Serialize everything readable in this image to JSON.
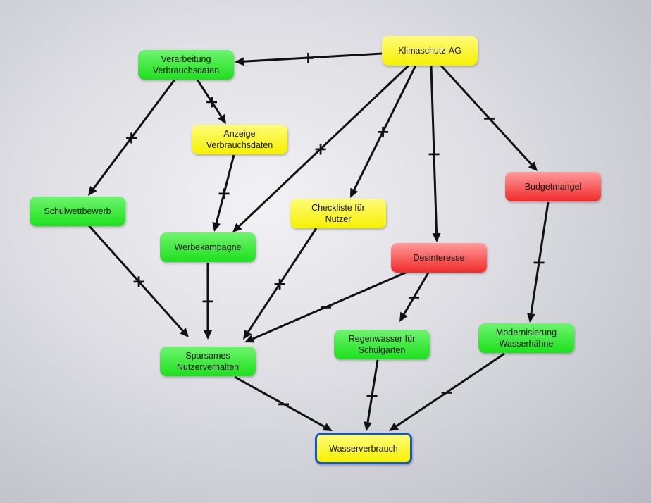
{
  "colors": {
    "green": "#1de01d",
    "yellow": "#f5f000",
    "red": "#f02a2a",
    "selection_border": "#1458c8",
    "edge": "#111111"
  },
  "nodes": {
    "klimaschutz": {
      "label": "Klimaschutz-AG",
      "color": "yellow"
    },
    "verarbeitung": {
      "label": "Verarbeitung\nVerbrauchsdaten",
      "color": "green"
    },
    "anzeige": {
      "label": "Anzeige\nVerbrauchsdaten",
      "color": "yellow"
    },
    "schulwettbewerb": {
      "label": "Schulwettbewerb",
      "color": "green"
    },
    "werbekampagne": {
      "label": "Werbekampagne",
      "color": "green"
    },
    "checkliste": {
      "label": "Checkliste für\nNutzer",
      "color": "yellow"
    },
    "desinteresse": {
      "label": "Desinteresse",
      "color": "red"
    },
    "budgetmangel": {
      "label": "Budgetmangel",
      "color": "red"
    },
    "sparsames": {
      "label": "Sparsames\nNutzerverhalten",
      "color": "green"
    },
    "regenwasser": {
      "label": "Regenwasser für\nSchulgarten",
      "color": "green"
    },
    "modernisierung": {
      "label": "Modernisierung\nWasserhähne",
      "color": "green"
    },
    "wasserverbrauch": {
      "label": "Wasserverbrauch",
      "color": "yellow",
      "selected": true
    }
  },
  "edges": [
    {
      "from": "klimaschutz",
      "to": "verarbeitung",
      "sign": "+"
    },
    {
      "from": "klimaschutz",
      "to": "werbekampagne",
      "sign": "+"
    },
    {
      "from": "klimaschutz",
      "to": "checkliste",
      "sign": "+"
    },
    {
      "from": "klimaschutz",
      "to": "desinteresse",
      "sign": "−"
    },
    {
      "from": "klimaschutz",
      "to": "budgetmangel",
      "sign": "−"
    },
    {
      "from": "verarbeitung",
      "to": "anzeige",
      "sign": "+"
    },
    {
      "from": "verarbeitung",
      "to": "schulwettbewerb",
      "sign": "+"
    },
    {
      "from": "anzeige",
      "to": "werbekampagne",
      "sign": "+"
    },
    {
      "from": "schulwettbewerb",
      "to": "sparsames",
      "sign": "+"
    },
    {
      "from": "werbekampagne",
      "to": "sparsames",
      "sign": "+"
    },
    {
      "from": "checkliste",
      "to": "sparsames",
      "sign": "+"
    },
    {
      "from": "desinteresse",
      "to": "sparsames",
      "sign": "−"
    },
    {
      "from": "desinteresse",
      "to": "regenwasser",
      "sign": "−"
    },
    {
      "from": "budgetmangel",
      "to": "modernisierung",
      "sign": "−"
    },
    {
      "from": "sparsames",
      "to": "wasserverbrauch",
      "sign": "−"
    },
    {
      "from": "regenwasser",
      "to": "wasserverbrauch",
      "sign": "−"
    },
    {
      "from": "modernisierung",
      "to": "wasserverbrauch",
      "sign": "−"
    }
  ]
}
